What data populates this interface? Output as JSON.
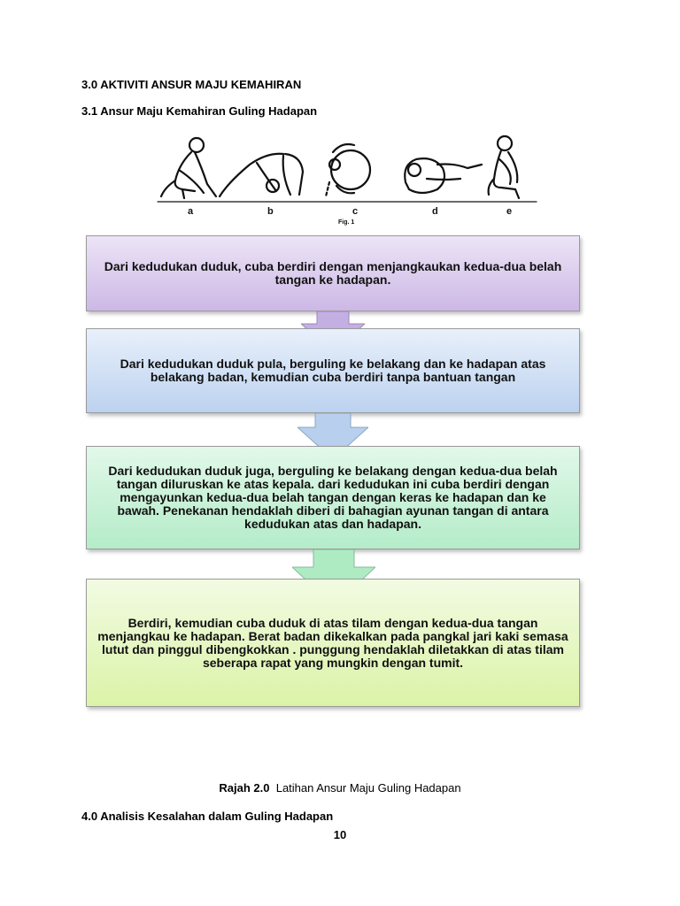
{
  "headings": {
    "section_3": "3.0 AKTIVITI ANSUR MAJU KEMAHIRAN",
    "section_3_1": "3.1 Ansur Maju Kemahiran Guling Hadapan",
    "section_4": "4.0 Analisis Kesalahan dalam Guling Hadapan"
  },
  "figure": {
    "stage_labels": [
      "a",
      "b",
      "c",
      "d",
      "e"
    ],
    "fig_label": "Fig. 1"
  },
  "steps": [
    {
      "text": "Dari kedudukan duduk, cuba berdiri dengan menjangkaukan kedua-dua belah  tangan ke hadapan."
    },
    {
      "text": "Dari kedudukan duduk pula, berguling ke belakang dan ke hadapan atas belakang badan, kemudian cuba berdiri tanpa bantuan tangan"
    },
    {
      "text": "Dari kedudukan duduk juga, berguling ke belakang dengan kedua-dua belah tangan diluruskan ke atas kepala. dari kedudukan ini cuba berdiri dengan mengayunkan kedua-dua belah tangan dengan keras ke hadapan dan ke bawah. Penekanan hendaklah diberi di bahagian ayunan tangan di antara kedudukan atas dan hadapan."
    },
    {
      "text": "Berdiri, kemudian cuba duduk di atas tilam dengan kedua-dua tangan menjangkau ke hadapan. Berat badan dikekalkan pada pangkal jari kaki semasa lutut dan pinggul dibengkokkan . punggung hendaklah diletakkan di atas tilam seberapa rapat yang mungkin dengan tumit."
    }
  ],
  "caption": {
    "label": "Rajah 2.0",
    "text": "Latihan Ansur Maju Guling Hadapan"
  },
  "page_number": "10",
  "colors": {
    "step1": "#d9c9ec",
    "step2": "#cddcf2",
    "step3": "#c8f1d6",
    "step4": "#e4f6bd"
  }
}
